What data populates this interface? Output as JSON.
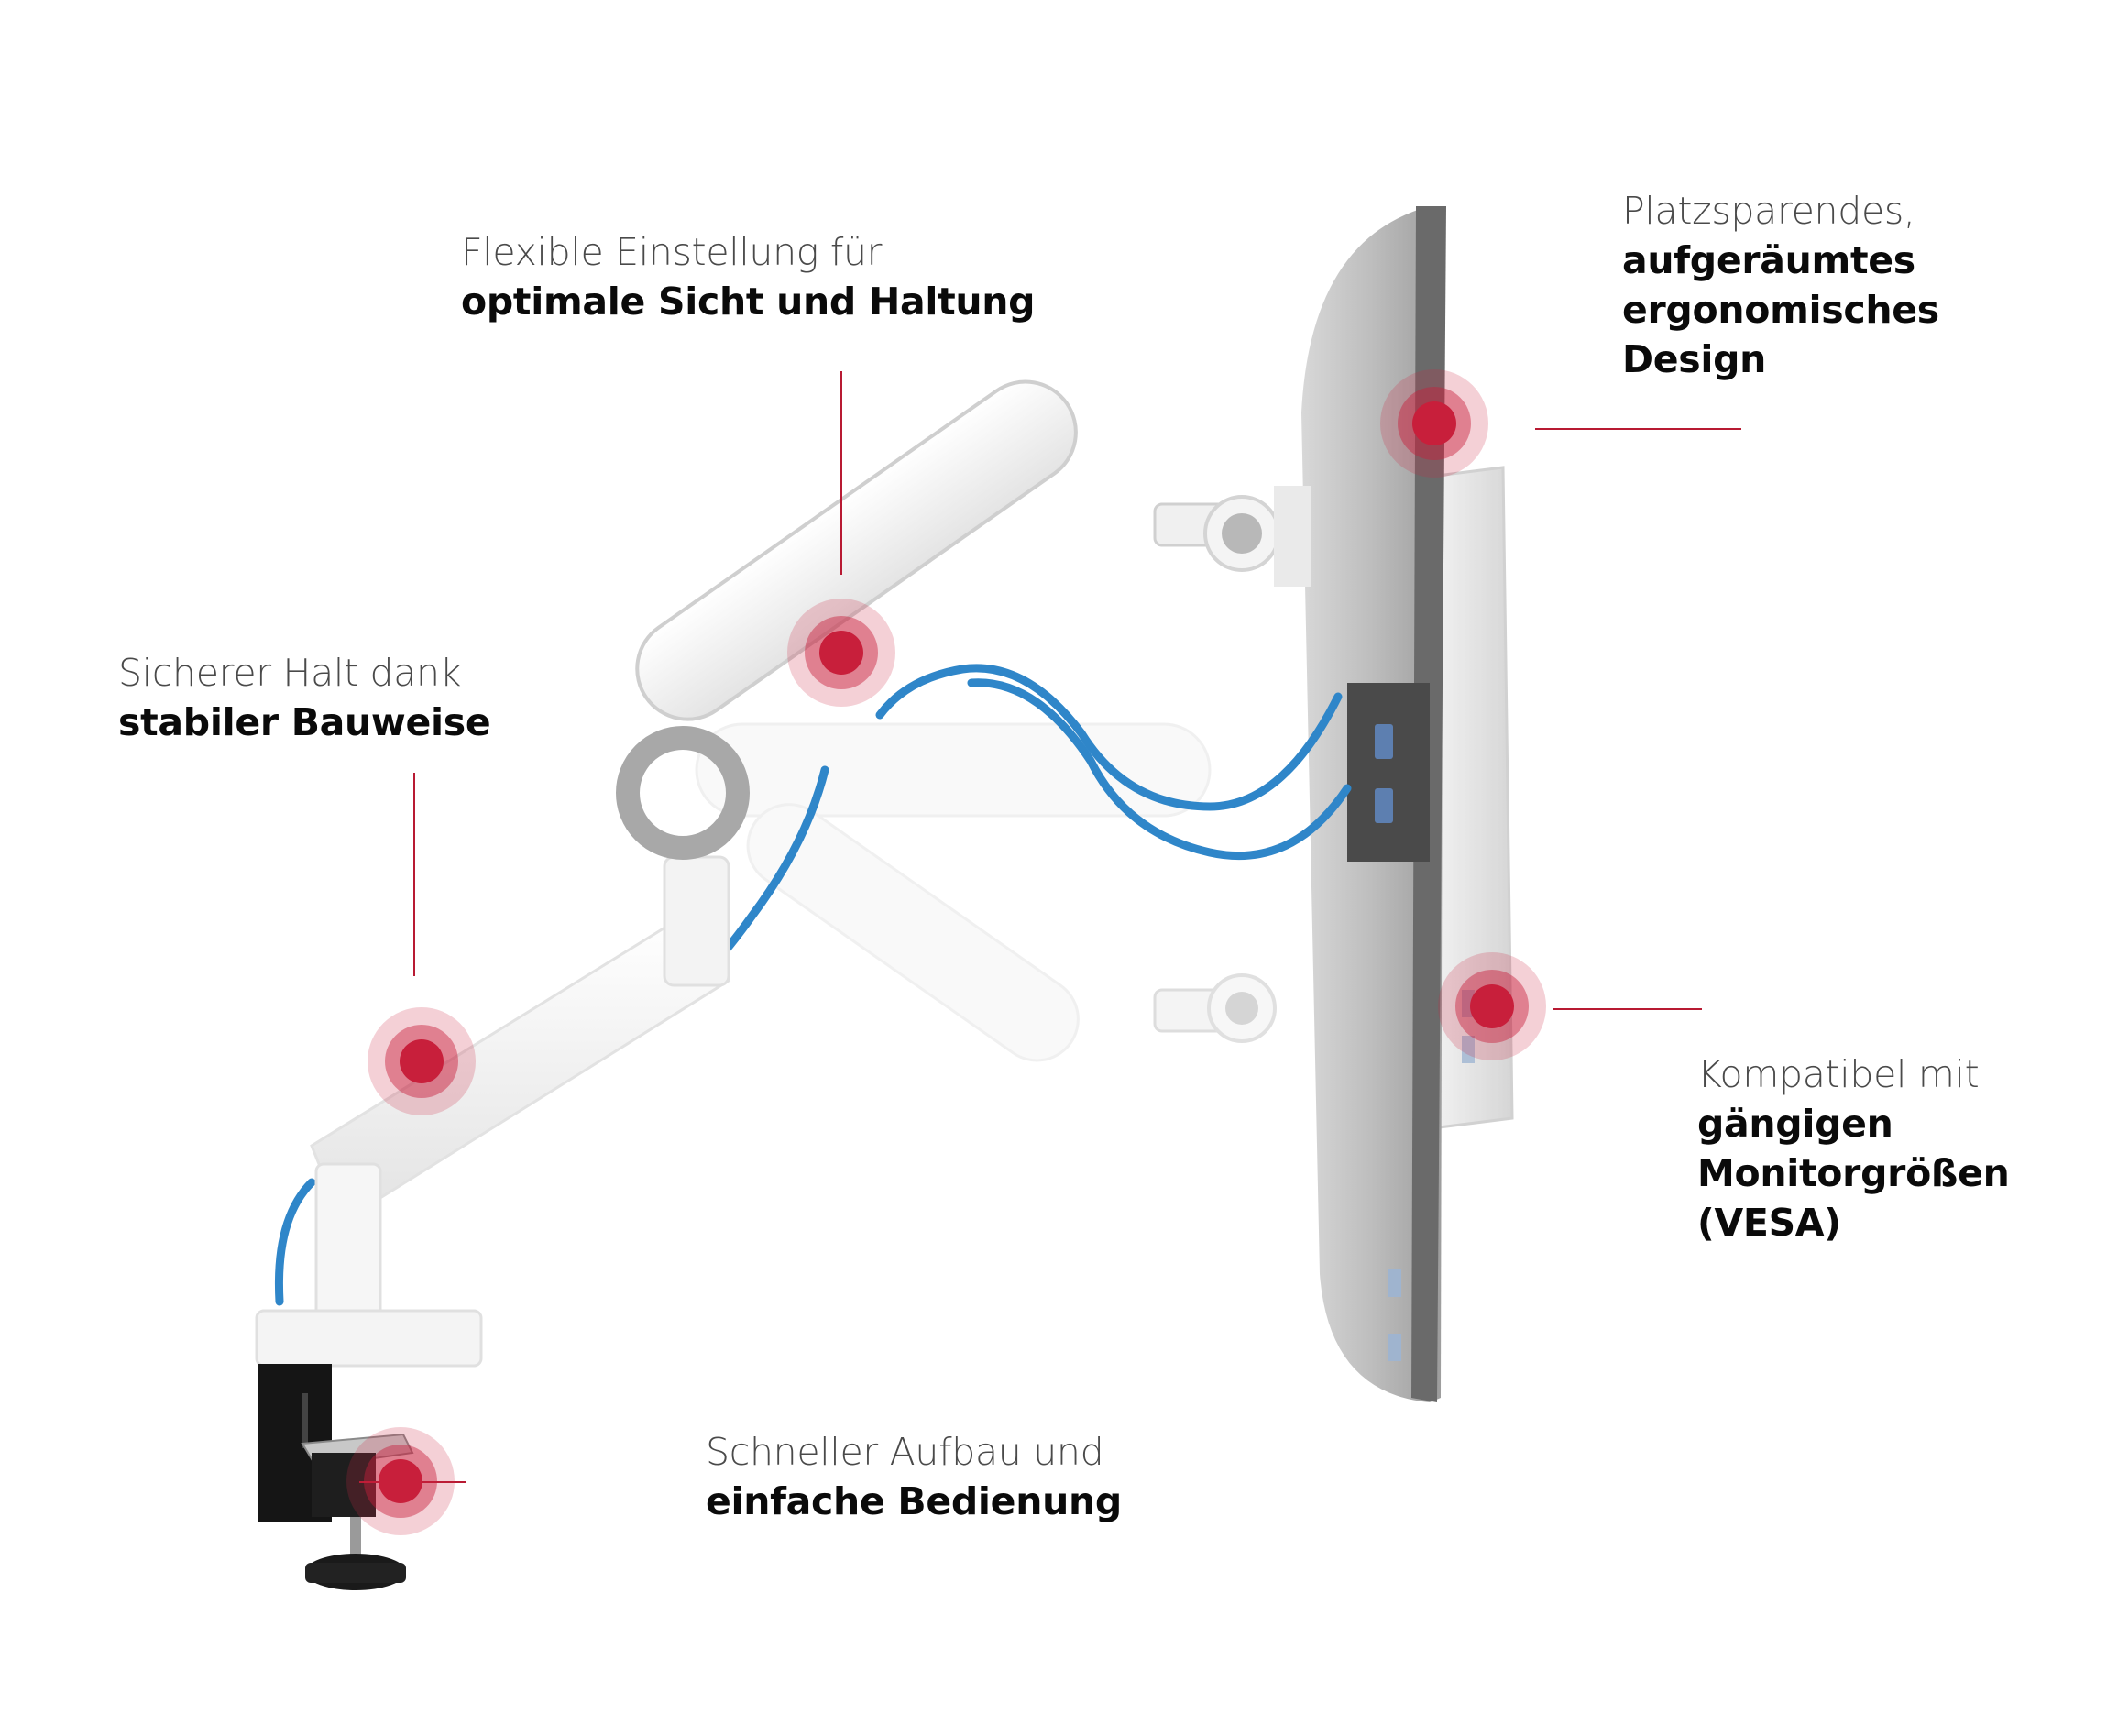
{
  "colors": {
    "accent": "#c81f3b",
    "leader_line": "#b81a33",
    "cable": "#2f86c9",
    "text_light": "#4a4a4a",
    "text_bold": "#0a0a0a"
  },
  "product_image": {
    "subject": "monitor-arm-with-monitor",
    "description": "White gas-spring monitor arm with desk clamp, blue cables and side-view monitor"
  },
  "features": [
    {
      "id": "flexibility",
      "light": "Flexible Einstellung für",
      "bold": [
        "optimale Sicht und Haltung"
      ]
    },
    {
      "id": "design",
      "light": "Platzsparendes,",
      "bold": [
        "aufgeräumtes",
        "ergonomisches",
        "Design"
      ]
    },
    {
      "id": "stability",
      "light": "Sicherer Halt dank",
      "bold": [
        "stabiler Bauweise"
      ]
    },
    {
      "id": "compatibility",
      "light": "Kompatibel mit",
      "bold": [
        "gängigen",
        "Monitorgrößen",
        "(VESA)"
      ]
    },
    {
      "id": "setup",
      "light": "Schneller Aufbau und",
      "bold": [
        "einfache Bedienung"
      ]
    }
  ]
}
